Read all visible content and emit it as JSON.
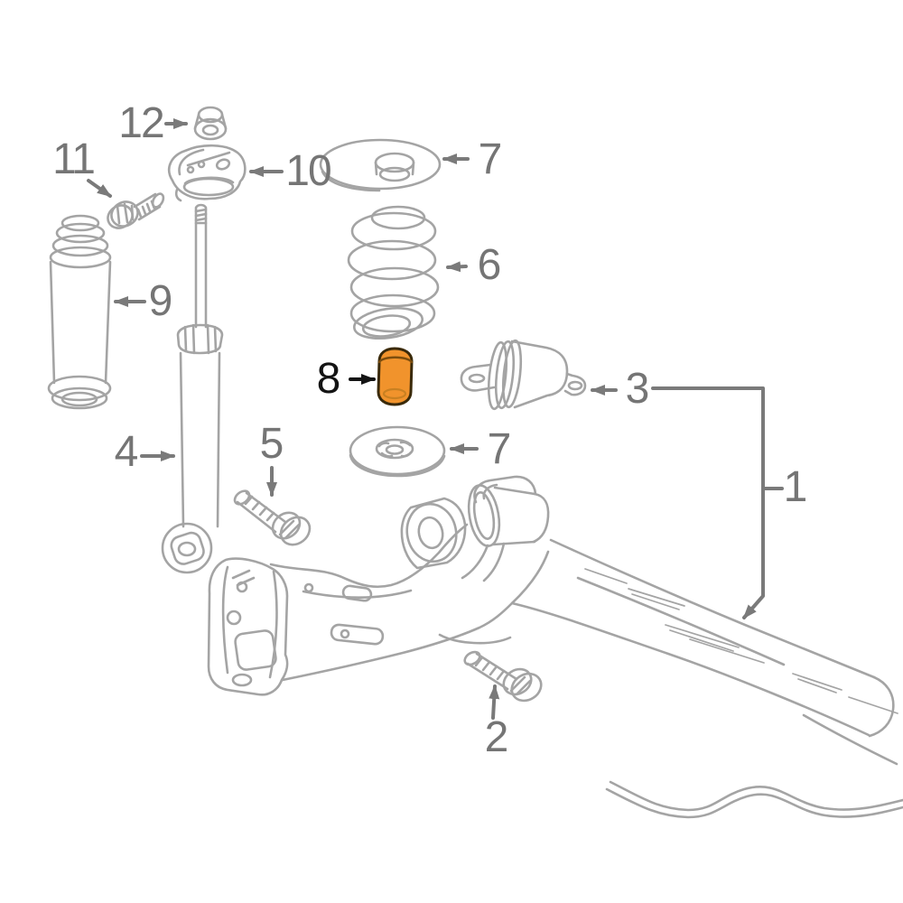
{
  "diagram": {
    "labels": {
      "n1": "1",
      "n2": "2",
      "n3": "3",
      "n4": "4",
      "n5": "5",
      "n6": "6",
      "n7": "7",
      "n8": "8",
      "n9": "9",
      "n10": "10",
      "n11": "11",
      "n12": "12"
    },
    "highlighted_part": "8",
    "colors": {
      "background": "#ffffff",
      "part_line": "#a4a4a4",
      "label_text": "#757575",
      "arrow": "#7a7a7a",
      "highlight_fill": "#f1932c",
      "highlight_stroke": "#3a2a0a",
      "highlight_inner_line": "#7c4d0d",
      "highlight_label_text": "#141414"
    }
  }
}
